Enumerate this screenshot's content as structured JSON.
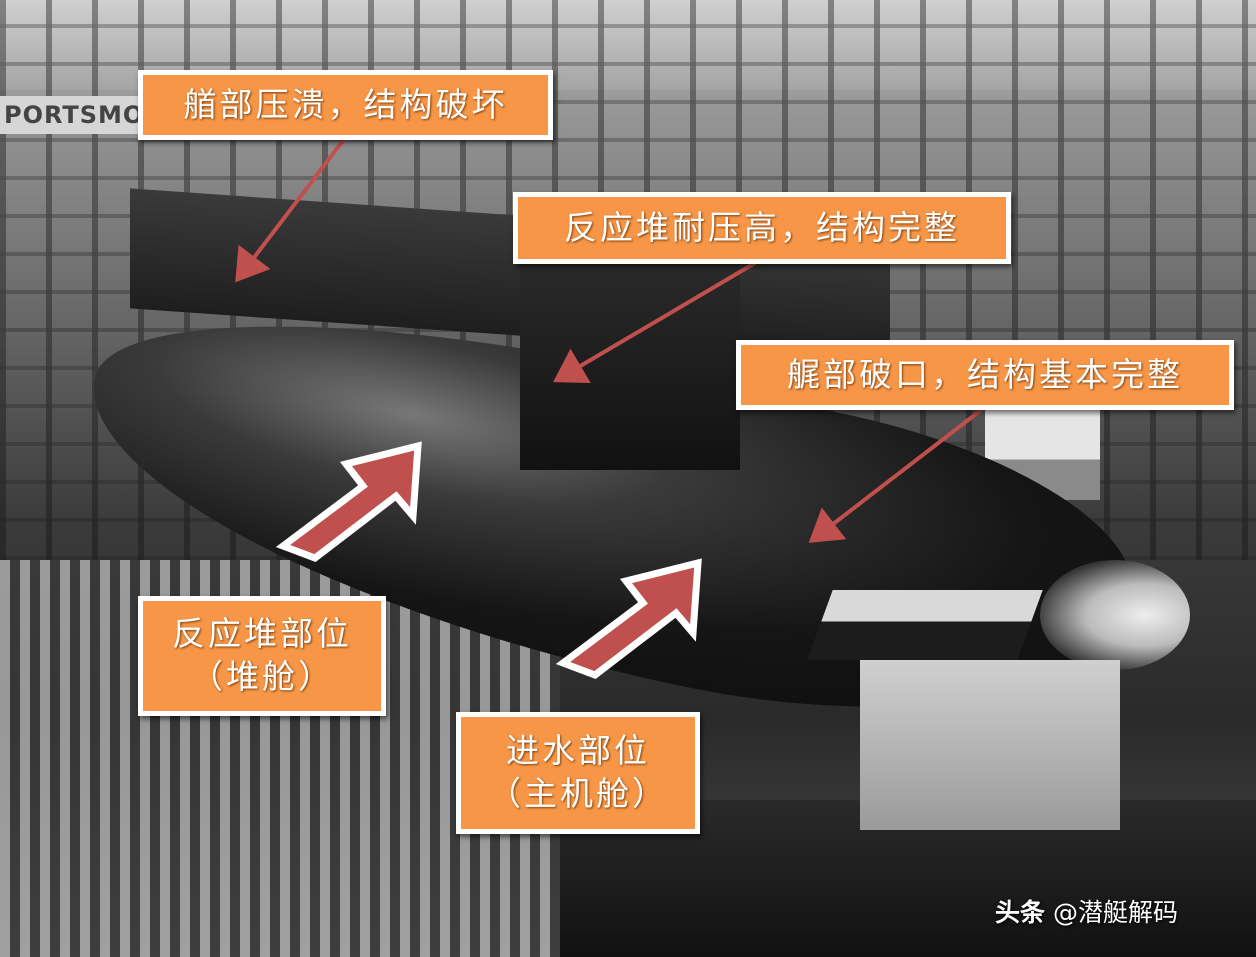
{
  "scene": {
    "description": "Black-and-white photo of a submarine on a shipbuilding slipway with annotation callouts",
    "background_sign_text": "PORTSMO"
  },
  "annotations": {
    "bow": {
      "text": "艏部压溃，结构破坏"
    },
    "reactor": {
      "text": "反应堆耐压高，结构完整"
    },
    "stern": {
      "text": "艉部破口，结构基本完整"
    },
    "reactor_location": {
      "line1": "反应堆部位",
      "line2": "（堆舱）"
    },
    "flooding_location": {
      "line1": "进水部位",
      "line2": "（主机舱）"
    }
  },
  "colors": {
    "callout_fill": "#f79646",
    "callout_border": "#ffffff",
    "arrow_fill": "#c0504d",
    "pointer_line": "#c0504d"
  },
  "watermark": {
    "brand": "头条",
    "handle": "@潜艇解码"
  }
}
